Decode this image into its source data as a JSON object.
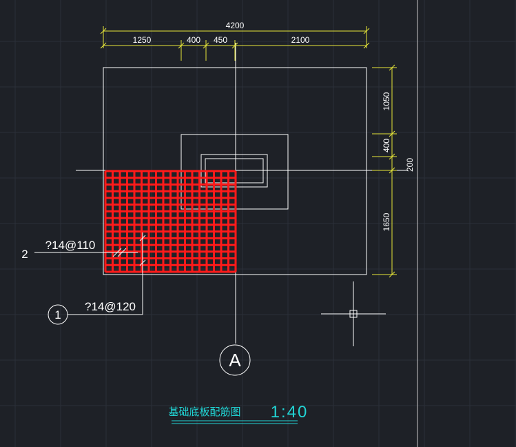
{
  "colors": {
    "background": "#1e2127",
    "grid": "#2b3039",
    "outline": "#ffffff",
    "dimension": "#e8e83a",
    "rebar": "#ff1a1a",
    "title": "#21d4d4"
  },
  "dimensions": {
    "top_total": "4200",
    "top_segments": [
      "1250",
      "400",
      "450",
      "2100"
    ],
    "right_segments": [
      "1050",
      "400",
      "1650"
    ],
    "right_extra": "200"
  },
  "rebar_labels": {
    "bar2_number": "2",
    "bar2_spec": "?14@110",
    "bar1_number": "1",
    "bar1_spec": "?14@120"
  },
  "axis": {
    "label": "A"
  },
  "title": {
    "text": "基础底板配筋图",
    "scale": "1:40"
  },
  "cursor": {
    "icon": "crosshair-cursor-icon"
  }
}
